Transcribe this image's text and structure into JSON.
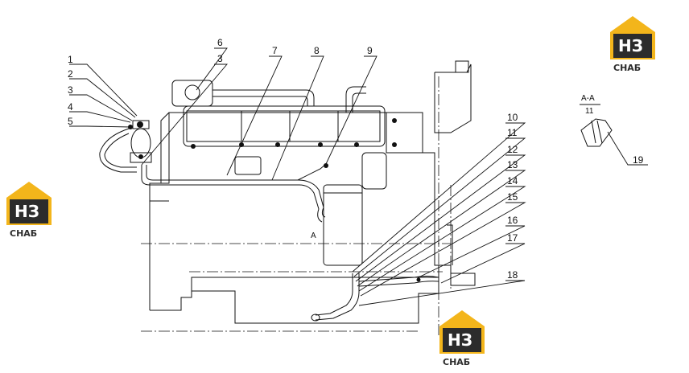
{
  "callouts": [
    "1",
    "2",
    "3",
    "4",
    "5",
    "6",
    "3",
    "7",
    "8",
    "9",
    "10",
    "11",
    "12",
    "13",
    "14",
    "15",
    "16",
    "17",
    "18",
    "19"
  ],
  "section": {
    "title": "А-А",
    "scale": "11"
  },
  "section_mark": "A",
  "watermark": {
    "logo_letters": "НЗ",
    "logo_word": "СНАБ",
    "colors": {
      "gold": "#f3b51b",
      "dark": "#2c2c2c"
    }
  }
}
